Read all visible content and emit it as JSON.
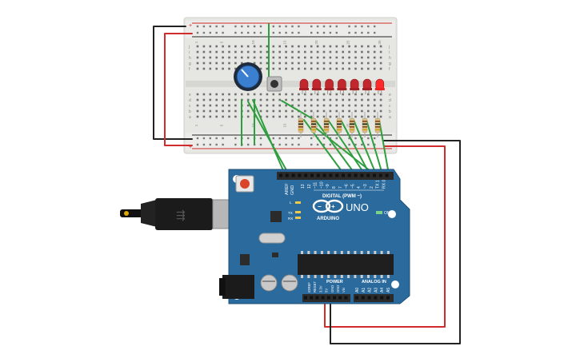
{
  "breadboard": {
    "rail_plus": "+",
    "rail_minus": "−",
    "row_letters_top": [
      "j",
      "i",
      "h",
      "g",
      "f"
    ],
    "row_letters_bottom": [
      "e",
      "d",
      "c",
      "b",
      "a"
    ],
    "column_numbers": [
      "1",
      "5",
      "10",
      "15",
      "20",
      "25",
      "30"
    ]
  },
  "components": {
    "potentiometer": "potentiometer-icon",
    "pushbutton": "pushbutton-icon",
    "led_count": 7,
    "led_color": "#c1272d",
    "led_lit_color": "#ff2b2b",
    "resistor_count": 7
  },
  "arduino": {
    "brand": "ARDUINO",
    "model": "UNO",
    "on_label": "ON",
    "aref": "AREF",
    "gnd": "GND",
    "digital_label": "DIGITAL (PWM ~)",
    "power_label": "POWER",
    "analog_label": "ANALOG IN",
    "tx_label": "TX",
    "rx_label": "RX",
    "l_label": "L",
    "digital_pins": [
      "13",
      "12",
      "~11",
      "~10",
      "~9",
      "8",
      "7",
      "~6",
      "~5",
      "4",
      "~3",
      "2",
      "TX 1",
      "RX 0"
    ],
    "power_pins": [
      "IOREF",
      "RESET",
      "3.3V",
      "5V",
      "GND",
      "GND",
      "Vin"
    ],
    "analog_pins": [
      "A0",
      "A1",
      "A2",
      "A3",
      "A4",
      "A5"
    ]
  },
  "colors": {
    "board_blue": "#2a6a9c",
    "breadboard": "#e8e8e4",
    "wire_green": "#2e9e3e",
    "wire_red": "#d12b2b",
    "wire_black": "#222222"
  }
}
